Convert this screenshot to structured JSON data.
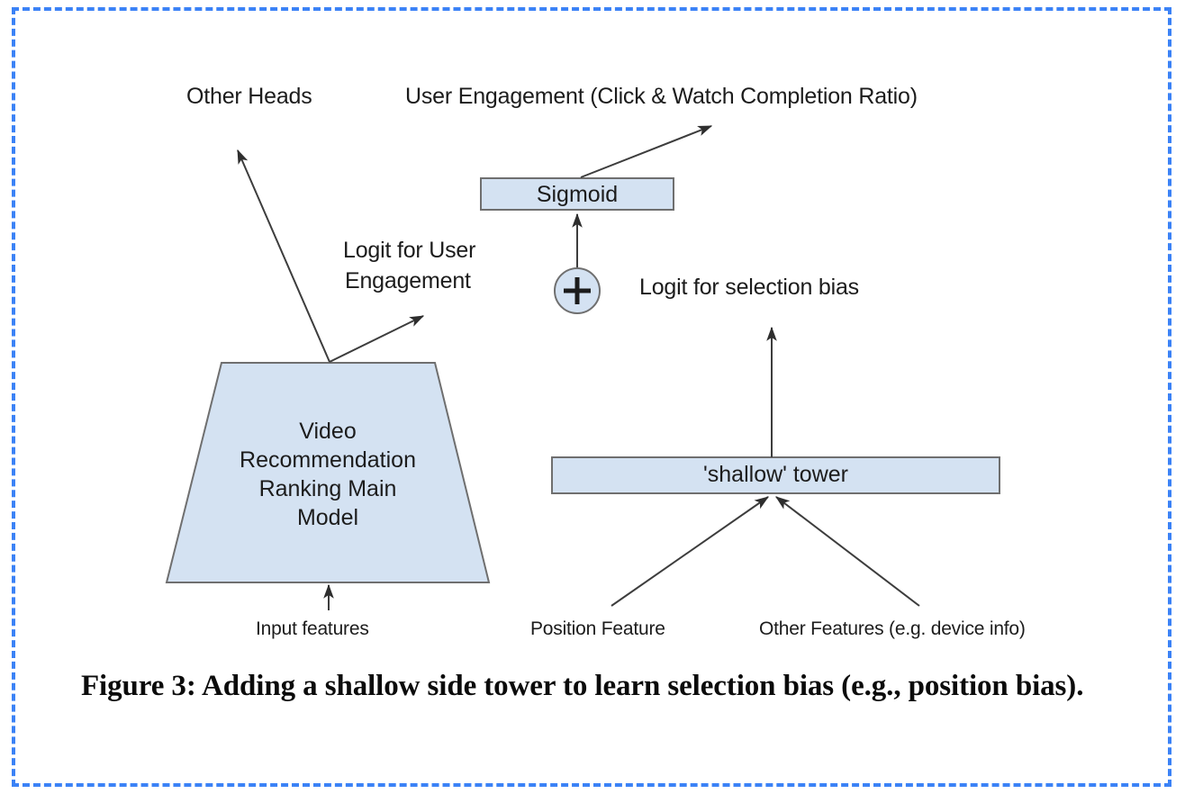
{
  "figure": {
    "caption": "Figure 3: Adding a shallow side tower to learn selection bias (e.g., position bias).",
    "frame_color": "#3b82f6",
    "box_fill": "#d4e2f2",
    "box_stroke": "#7a7a7a",
    "line_color": "#3d3d3d",
    "text_color": "#1c1c1c"
  },
  "labels": {
    "other_heads": "Other Heads",
    "user_engagement": "User Engagement (Click & Watch Completion Ratio)",
    "logit_user_engagement_line1": "Logit for User",
    "logit_user_engagement_line2": "Engagement",
    "logit_selection_bias": "Logit for selection bias",
    "input_features": "Input features",
    "position_feature": "Position Feature",
    "other_features": "Other Features (e.g. device info)"
  },
  "nodes": {
    "sigmoid": "Sigmoid",
    "shallow_tower": "'shallow' tower",
    "plus_operator": "+",
    "main_model_line1": "Video",
    "main_model_line2": "Recommendation",
    "main_model_line3": "Ranking Main",
    "main_model_line4": "Model"
  },
  "chart_data": {
    "type": "diagram",
    "title": "Adding a shallow side tower to learn selection bias (e.g., position bias).",
    "nodes": [
      {
        "id": "main_model",
        "shape": "trapezoid",
        "label": "Video Recommendation Ranking Main Model",
        "fill": "#d4e2f2"
      },
      {
        "id": "sigmoid",
        "shape": "rect",
        "label": "Sigmoid",
        "fill": "#d4e2f2"
      },
      {
        "id": "shallow_tower",
        "shape": "rect",
        "label": "'shallow' tower",
        "fill": "#d4e2f2"
      },
      {
        "id": "plus",
        "shape": "circle",
        "label": "+",
        "fill": "#d4e2f2"
      }
    ],
    "edges": [
      {
        "from": "input_features",
        "to": "main_model",
        "label": "Input features"
      },
      {
        "from": "main_model",
        "to": "other_heads",
        "label": "Other Heads"
      },
      {
        "from": "main_model",
        "to": "plus",
        "label": "Logit for User Engagement"
      },
      {
        "from": "position_feature",
        "to": "shallow_tower",
        "label": "Position Feature"
      },
      {
        "from": "other_features",
        "to": "shallow_tower",
        "label": "Other Features (e.g. device info)"
      },
      {
        "from": "shallow_tower",
        "to": "plus",
        "label": "Logit for selection bias"
      },
      {
        "from": "plus",
        "to": "sigmoid",
        "label": ""
      },
      {
        "from": "sigmoid",
        "to": "user_engagement",
        "label": "User Engagement (Click & Watch Completion Ratio)"
      }
    ]
  }
}
